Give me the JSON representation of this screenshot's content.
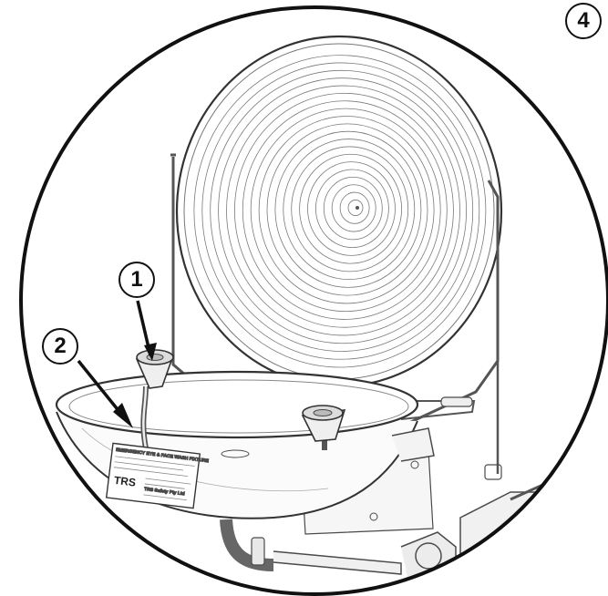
{
  "callouts": [
    {
      "id": "1",
      "label": "1"
    },
    {
      "id": "2",
      "label": "2"
    },
    {
      "id": "4",
      "label": "4"
    }
  ],
  "placard": {
    "header": "EMERGENCY EYE & FACE WASH FIXTURE",
    "company": "TRS Safety Pty Ltd",
    "brand": "TRS"
  },
  "colors": {
    "line": "#111111",
    "sketch": "#4a4a4a",
    "light": "#9a9a9a",
    "background": "#ffffff"
  }
}
